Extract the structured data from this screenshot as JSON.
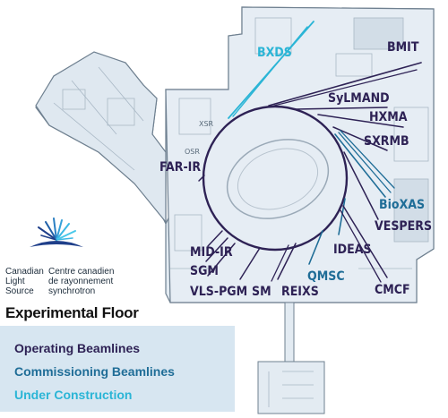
{
  "colors": {
    "operating": "#2e2255",
    "commissioning": "#1f6d97",
    "under_construction": "#2bb5d6",
    "floor_fill": "#e3ebf2",
    "wall": "#6f8090",
    "legend_bg": "#d7e6f1"
  },
  "beamlines": {
    "bxds": "BXDS",
    "bmit": "BMIT",
    "sylmand": "SyLMAND",
    "hxma": "HXMA",
    "sxrmb": "SXRMB",
    "bioxas": "BioXAS",
    "vespers": "VESPERS",
    "ideas": "IDEAS",
    "cmcf": "CMCF",
    "qmsc": "QMSC",
    "reixs": "REIXS",
    "sm": "SM",
    "vls_pgm": "VLS-PGM",
    "sgm": "SGM",
    "mid_ir": "MID-IR",
    "far_ir": "FAR-IR",
    "xsr": "XSR",
    "osr": "OSR"
  },
  "logo": {
    "org_en": [
      "Canadian",
      "Light",
      "Source"
    ],
    "org_fr": [
      "Centre canadien",
      "de rayonnement",
      "synchrotron"
    ]
  },
  "title": "Experimental Floor",
  "legend": {
    "operating": "Operating Beamlines",
    "commissioning": "Commissioning Beamlines",
    "under_construction": "Under Construction"
  }
}
